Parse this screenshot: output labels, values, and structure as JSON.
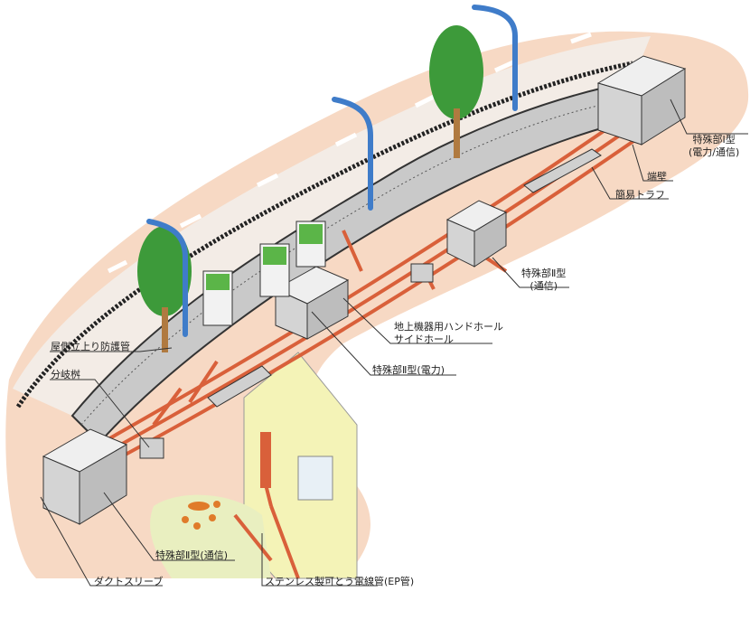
{
  "labels": {
    "tokushu1": "特殊部Ⅰ型",
    "tokushu1_sub": "(電力/通信)",
    "tanheki": "端壁",
    "kanitrough": "簡易トラフ",
    "tokushu2_tsushin_top": "特殊部Ⅱ型",
    "tokushu2_tsushin_top_sub": "(通信)",
    "chijo_handhole": "地上機器用ハンドホール",
    "side_hole": "サイドホール",
    "tokushu2_denryoku": "特殊部Ⅱ型(電力)",
    "yasoku_tachiagari": "屋側立上り防護管",
    "bunkimasu": "分岐桝",
    "tokushu2_tsushin_bottom": "特殊部Ⅱ型(通信)",
    "duct_sleeve": "ダクトスリーブ",
    "ep_pipe": "ステンレス製可とう電線管(EP管)"
  },
  "colors": {
    "ground": "#f7d9c4",
    "road": "#f3ece6",
    "pipe": "#d9603a",
    "concrete": "#d4d4d4",
    "tree": "#3d9a3a",
    "pole": "#3f7cc9",
    "box_green": "#5bb548",
    "building": "#f4f3b7",
    "curb": "#333333"
  }
}
